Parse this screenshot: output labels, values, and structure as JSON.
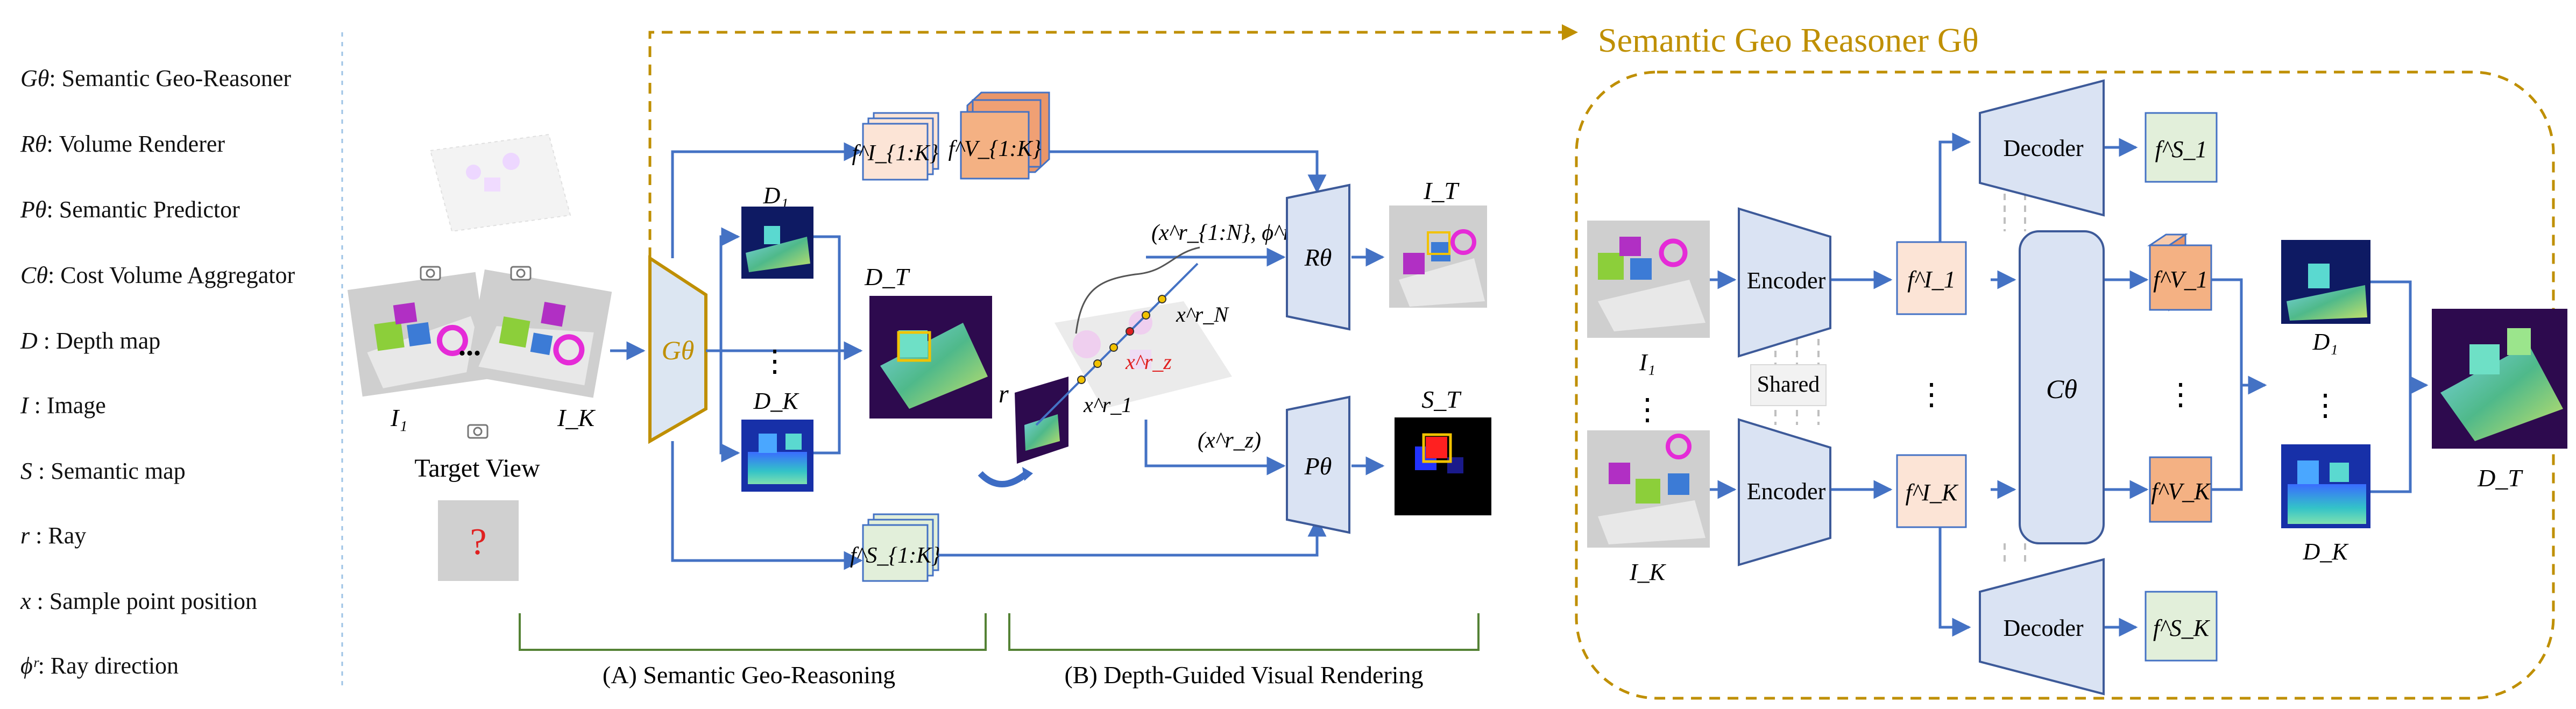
{
  "legend": [
    {
      "sym": "Gθ",
      "text": ": Semantic Geo-Reasoner"
    },
    {
      "sym": "Rθ",
      "text": ": Volume Renderer"
    },
    {
      "sym": "Pθ",
      "text": ": Semantic Predictor"
    },
    {
      "sym": "Cθ",
      "text": ": Cost Volume Aggregator"
    },
    {
      "sym": "D",
      "text": " : Depth map"
    },
    {
      "sym": "I",
      "text": " : Image"
    },
    {
      "sym": "S",
      "text": " : Semantic map"
    },
    {
      "sym": "r",
      "text": " : Ray"
    },
    {
      "sym": "x",
      "text": " : Sample point position"
    },
    {
      "sym": "ϕʳ",
      "text": ": Ray direction"
    }
  ],
  "left_panel": {
    "view_label_first": "I₁",
    "view_label_last": "I_K",
    "ellipsis": "...",
    "target_caption": "Target View",
    "unknown_mark": "?"
  },
  "pipeline": {
    "geo_reasoner": "Gθ",
    "d1": "D₁",
    "dk": "D_K",
    "dt": "D_T",
    "vdots": "⋮",
    "feat_I": "f^I_{1:K}",
    "feat_V": "f^V_{1:K}",
    "feat_S": "f^S_{1:K}",
    "renderer": "Rθ",
    "predictor": "Pθ",
    "render_input": "(x^r_{1:N}, ϕ^r)",
    "pred_input": "(x^r_z)",
    "ray": "r",
    "x1": "x^r_1",
    "xn": "x^r_N",
    "xz": "x^r_z",
    "it": "I_T",
    "st": "S_T"
  },
  "section_labels": {
    "a": "(A) Semantic Geo-Reasoning",
    "b": "(B) Depth-Guided Visual Rendering"
  },
  "detail": {
    "title": "Semantic Geo Reasoner Gθ",
    "encoder": "Encoder",
    "decoder": "Decoder",
    "shared": "Shared",
    "cost": "Cθ",
    "i1": "I₁",
    "ik": "I_K",
    "f1I": "f^I_1",
    "fKI": "f^I_K",
    "f1V": "f^V_1",
    "fKV": "f^V_K",
    "f1S": "f^S_1",
    "fKS": "f^S_K",
    "d1": "D₁",
    "dk": "D_K",
    "dt": "D_T"
  },
  "colors": {
    "arrow": "#4472c4",
    "module_fill": "#dae3f3",
    "module_stroke": "#3d5a99",
    "geo_stroke": "#bf8f00",
    "geo_fill": "#dce6f2",
    "section_bracket": "#548235",
    "fI": "#fce4d6",
    "fV": "#f4b183",
    "fS": "#e2efda",
    "title_gold": "#bf8f00",
    "depth_dark": "#2d0a4e"
  }
}
